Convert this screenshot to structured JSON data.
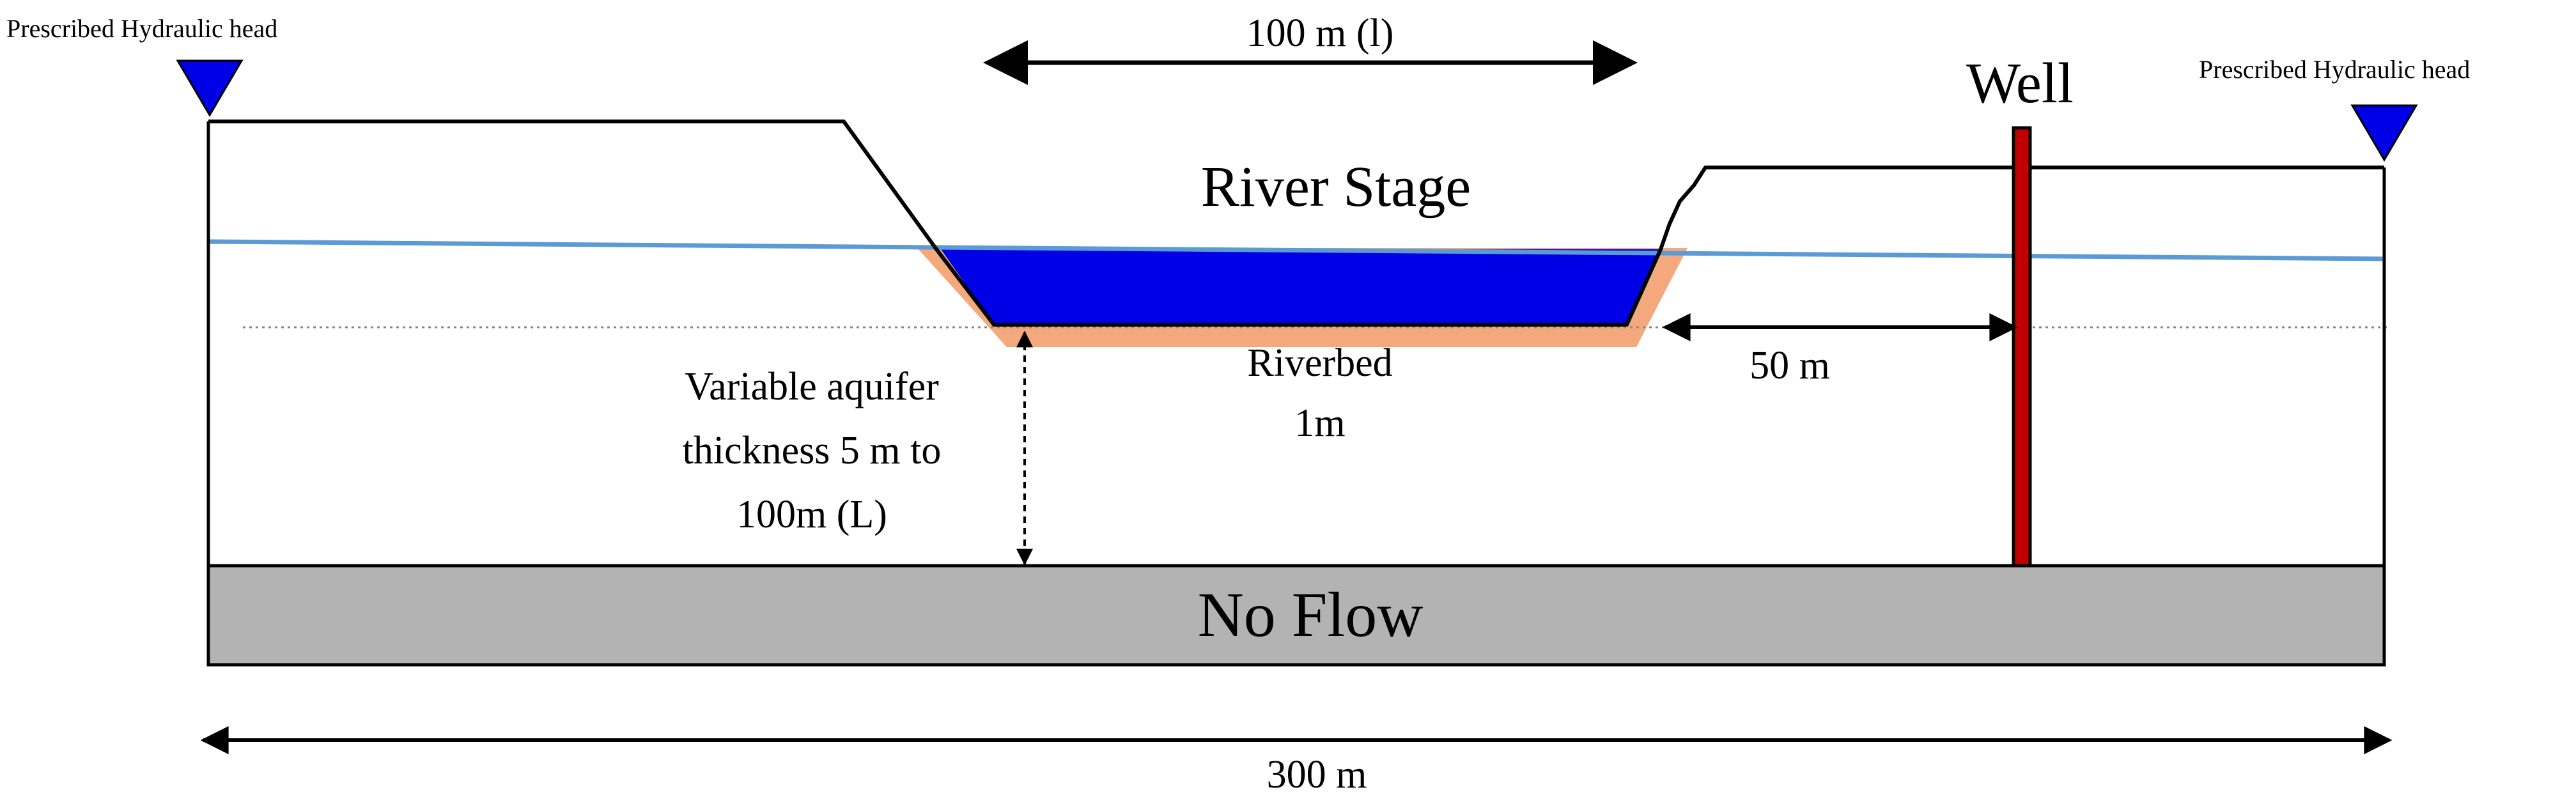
{
  "labels": {
    "head_left": "Prescribed Hydraulic head",
    "head_right": "Prescribed Hydraulic head",
    "river_width": "100 m (l)",
    "well": "Well",
    "river_stage": "River Stage",
    "riverbed_line1": "Riverbed",
    "riverbed_line2": "1m",
    "well_distance": "50 m",
    "aquifer_line1": "Variable aquifer",
    "aquifer_line2": "thickness 5 m to",
    "aquifer_line3": "100m (L)",
    "no_flow": "No Flow",
    "domain_width": "300 m"
  },
  "colors": {
    "outline": "#000000",
    "water": "#0000e6",
    "water_table": "#5b9bd5",
    "riverbed": "#f4a97c",
    "no_flow": "#b3b3b3",
    "well": "#c00000",
    "head_marker": "#0000e6",
    "reference_line": "#888888"
  }
}
